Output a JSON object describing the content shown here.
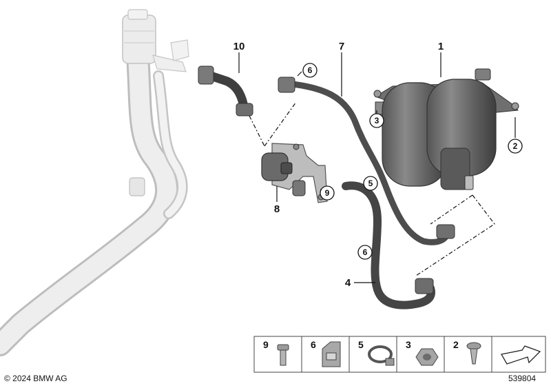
{
  "callouts": {
    "c1": "1",
    "c4": "4",
    "c7": "7",
    "c8": "8",
    "c10": "10"
  },
  "circled": {
    "c2": "2",
    "c3": "3",
    "c5": "5",
    "c6a": "6",
    "c6b": "6",
    "c9": "9"
  },
  "legend": {
    "items": [
      {
        "number": "9",
        "icon": "bolt-icon"
      },
      {
        "number": "6",
        "icon": "clip-icon"
      },
      {
        "number": "5",
        "icon": "hose-clamp-icon"
      },
      {
        "number": "3",
        "icon": "nut-icon"
      },
      {
        "number": "2",
        "icon": "screw-icon"
      }
    ],
    "arrow_icon": "arrow-icon"
  },
  "footer": {
    "copyright": "© 2024 BMW AG",
    "diagram_number": "539804"
  },
  "colors": {
    "hose": "#4a4a4a",
    "canister": "#6b6b6b",
    "filler_pipe": "#e4e4e4"
  }
}
